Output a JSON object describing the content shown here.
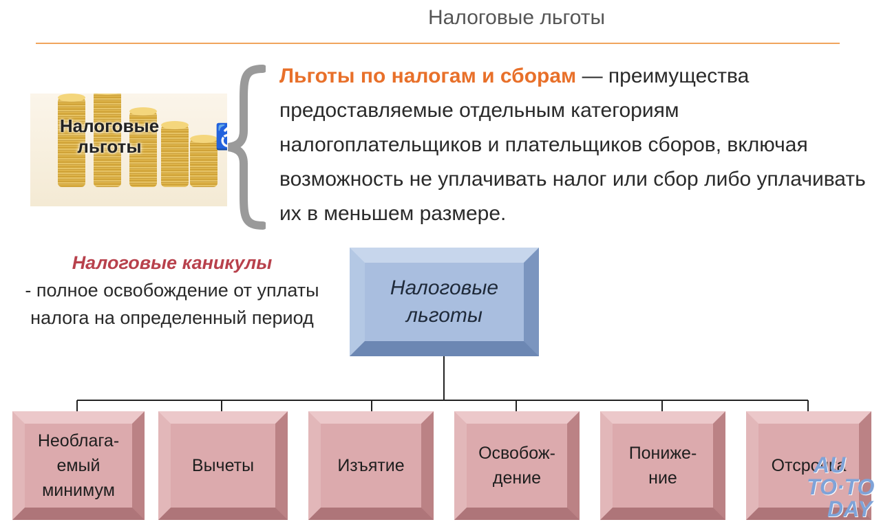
{
  "header": {
    "title": "Налоговые льготы"
  },
  "picture": {
    "label_line1": "Налоговые",
    "label_line2": "льготы"
  },
  "definition": {
    "term": "Льготы по налогам и сборам",
    "text": " — преимущества предоставляемые отдельным категориям налогоплательщиков и плательщиков сборов, включая возможность не уплачивать налог или сбор либо уплачивать их в меньшем размере."
  },
  "holiday": {
    "title": "Налоговые каникулы",
    "text": "- полное освобождение от уплаты налога на определенный период"
  },
  "diagram": {
    "root": {
      "line1": "Налоговые",
      "line2": "льготы"
    },
    "children": [
      {
        "lines": [
          "Необлага-",
          "емый",
          "минимум"
        ]
      },
      {
        "lines": [
          "Вычеты"
        ]
      },
      {
        "lines": [
          "Изъятие"
        ]
      },
      {
        "lines": [
          "Освобож-",
          "дение"
        ]
      },
      {
        "lines": [
          "Пониже-",
          "ние"
        ]
      },
      {
        "lines": [
          "Отсрочка"
        ]
      }
    ]
  },
  "watermark": {
    "line1": "AU",
    "line2": "TO·TO",
    "line3": "DAY"
  },
  "colors": {
    "accent_orange": "#e8702a",
    "rule_orange": "#f0a45c",
    "holiday_red": "#b8414c",
    "root_blue": "#9cb4d8",
    "leaf_pink": "#d8a2a5"
  }
}
